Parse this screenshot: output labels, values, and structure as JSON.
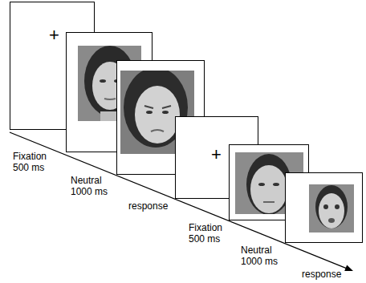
{
  "diagram": {
    "nodes": [
      {
        "text": [
          "+"
        ]
      },
      {
        "text": [
          "+"
        ]
      }
    ],
    "labels": [
      "Fixation 500 ms",
      "Neutral 1000 ms",
      "response",
      "Fixation 500 ms",
      "Neutral 1000 ms",
      "response"
    ]
  }
}
